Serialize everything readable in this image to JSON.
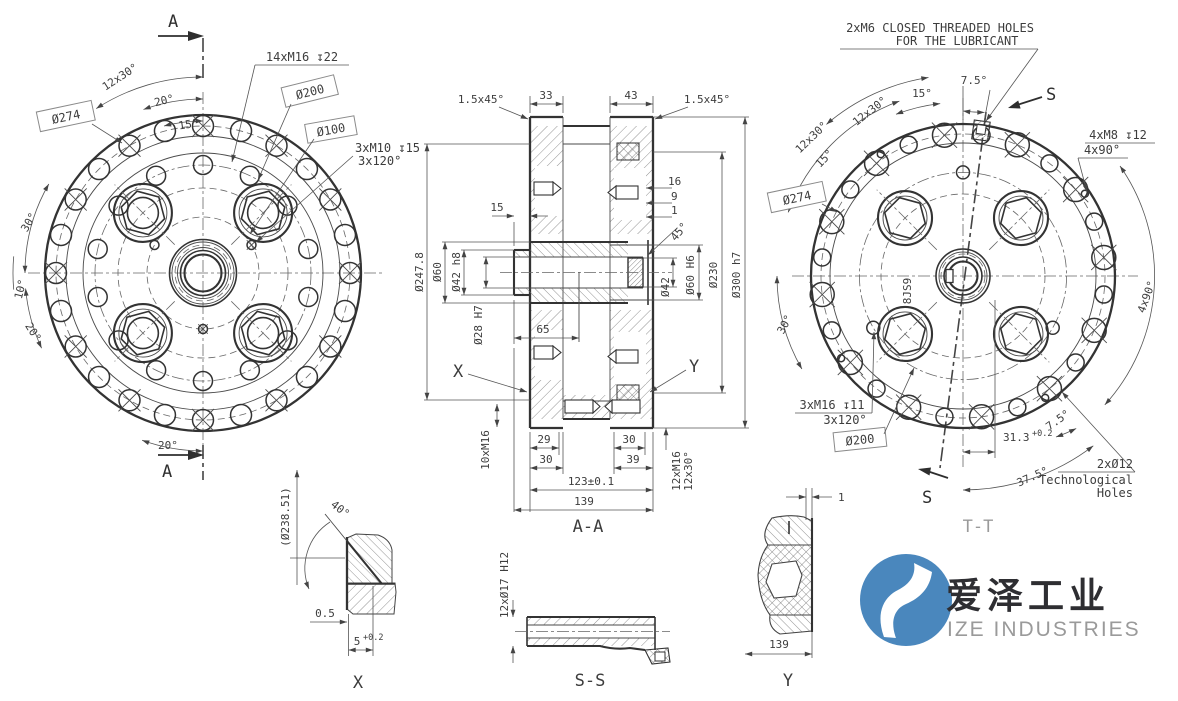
{
  "front_view": {
    "section_arrow_top": "A",
    "section_arrow_bottom": "A",
    "dims": {
      "bolt_pattern": "12x30°",
      "angle20": "20°",
      "angle15": "15°",
      "angle30": "30°",
      "angle10": "10°",
      "angle20_left": "20°",
      "angle20_bottom": "20°"
    },
    "callouts": {
      "holes14": "14xM16 ↧22",
      "d200": "Ø200",
      "d274": "Ø274",
      "d100": "Ø100",
      "m10_line1": "3xM10 ↧15",
      "m10_line2": "3x120°"
    }
  },
  "section_view": {
    "title": "A-A",
    "dims": {
      "chamfer_left": "1.5x45°",
      "w33": "33",
      "w43": "43",
      "chamfer_right": "1.5x45°",
      "d15": "15",
      "s16": "16",
      "s9": "9",
      "s1": "1",
      "angle45": "45°",
      "d247": "Ø247.8",
      "d60": "Ø60",
      "d42h8": "Ø42 h8",
      "d28": "Ø28 H7",
      "d65": "65",
      "d42": "Ø42",
      "d60h6": "Ø60 H6",
      "d230": "Ø230",
      "d300": "Ø300 h7",
      "b29": "29",
      "b30a": "30",
      "b30b": "30",
      "b39": "39",
      "b123": "123±0.1",
      "b139": "139"
    },
    "callouts": {
      "m16_10": "10xM16",
      "m16_12": "12xM16",
      "m16_12b": "12x30°",
      "x": "X",
      "y": "Y"
    }
  },
  "tt_view": {
    "title": "T-T",
    "note1": "2xM6 CLOSED THREADED HOLES",
    "note2": "FOR THE LUBRICANT",
    "section_s_top": "S",
    "section_s_bottom": "S",
    "dims": {
      "a75top": "7.5°",
      "a15top": "15°",
      "a12x30a": "12x30°",
      "a12x30b": "12x30°",
      "a15left": "15°",
      "a30": "30°",
      "a375": "37.5°",
      "a75right": "7.5°",
      "d313": "31.3",
      "d313tol": "+0.2",
      "a4x90arc": "4x90°",
      "keyway": "8JS9"
    },
    "callouts": {
      "m8": "4xM8 ↧12",
      "m8b": "4x90°",
      "d274": "Ø274",
      "m16_3": "3xM16 ↧11",
      "m16_3b": "3x120°",
      "d200": "Ø200",
      "tech1": "2xØ12",
      "tech2": "Technological",
      "tech3": "Holes"
    }
  },
  "detail_x": {
    "title": "X",
    "d238": "(Ø238.51)",
    "a40": "40°",
    "d05": "0.5",
    "d5": "5",
    "d5tol": "+0.2"
  },
  "detail_ss": {
    "title": "S-S",
    "callout": "12xØ17 H12"
  },
  "detail_y": {
    "title": "Y",
    "d1": "1",
    "d139": "139"
  },
  "logo": {
    "cn": "爱泽工业",
    "en": "IZE INDUSTRIES",
    "accent": "#4a87bd"
  }
}
